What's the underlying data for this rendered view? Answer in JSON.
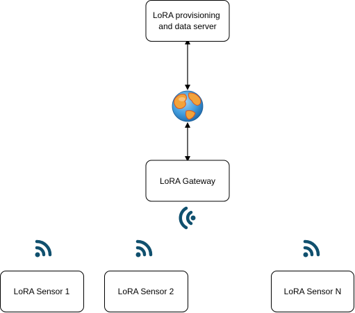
{
  "nodes": {
    "server": {
      "label_lines": [
        "LoRA provisioning",
        "and data server"
      ]
    },
    "internet": {
      "icon": "globe-icon"
    },
    "gateway": {
      "label": "LoRA Gateway",
      "icon": "gateway-antenna-icon"
    },
    "sensors": [
      {
        "label": "LoRA Sensor 1",
        "icon": "wifi-signal-icon"
      },
      {
        "label": "LoRA Sensor 2",
        "icon": "wifi-signal-icon"
      },
      {
        "label": "LoRA Sensor N",
        "icon": "wifi-signal-icon"
      }
    ]
  },
  "colors": {
    "box_stroke": "#000000",
    "box_fill": "#ffffff",
    "signal_icon": "#10506e",
    "globe_ocean": "#3f9bdc",
    "globe_land": "#f2a33a",
    "globe_land_dark": "#d8541e"
  }
}
